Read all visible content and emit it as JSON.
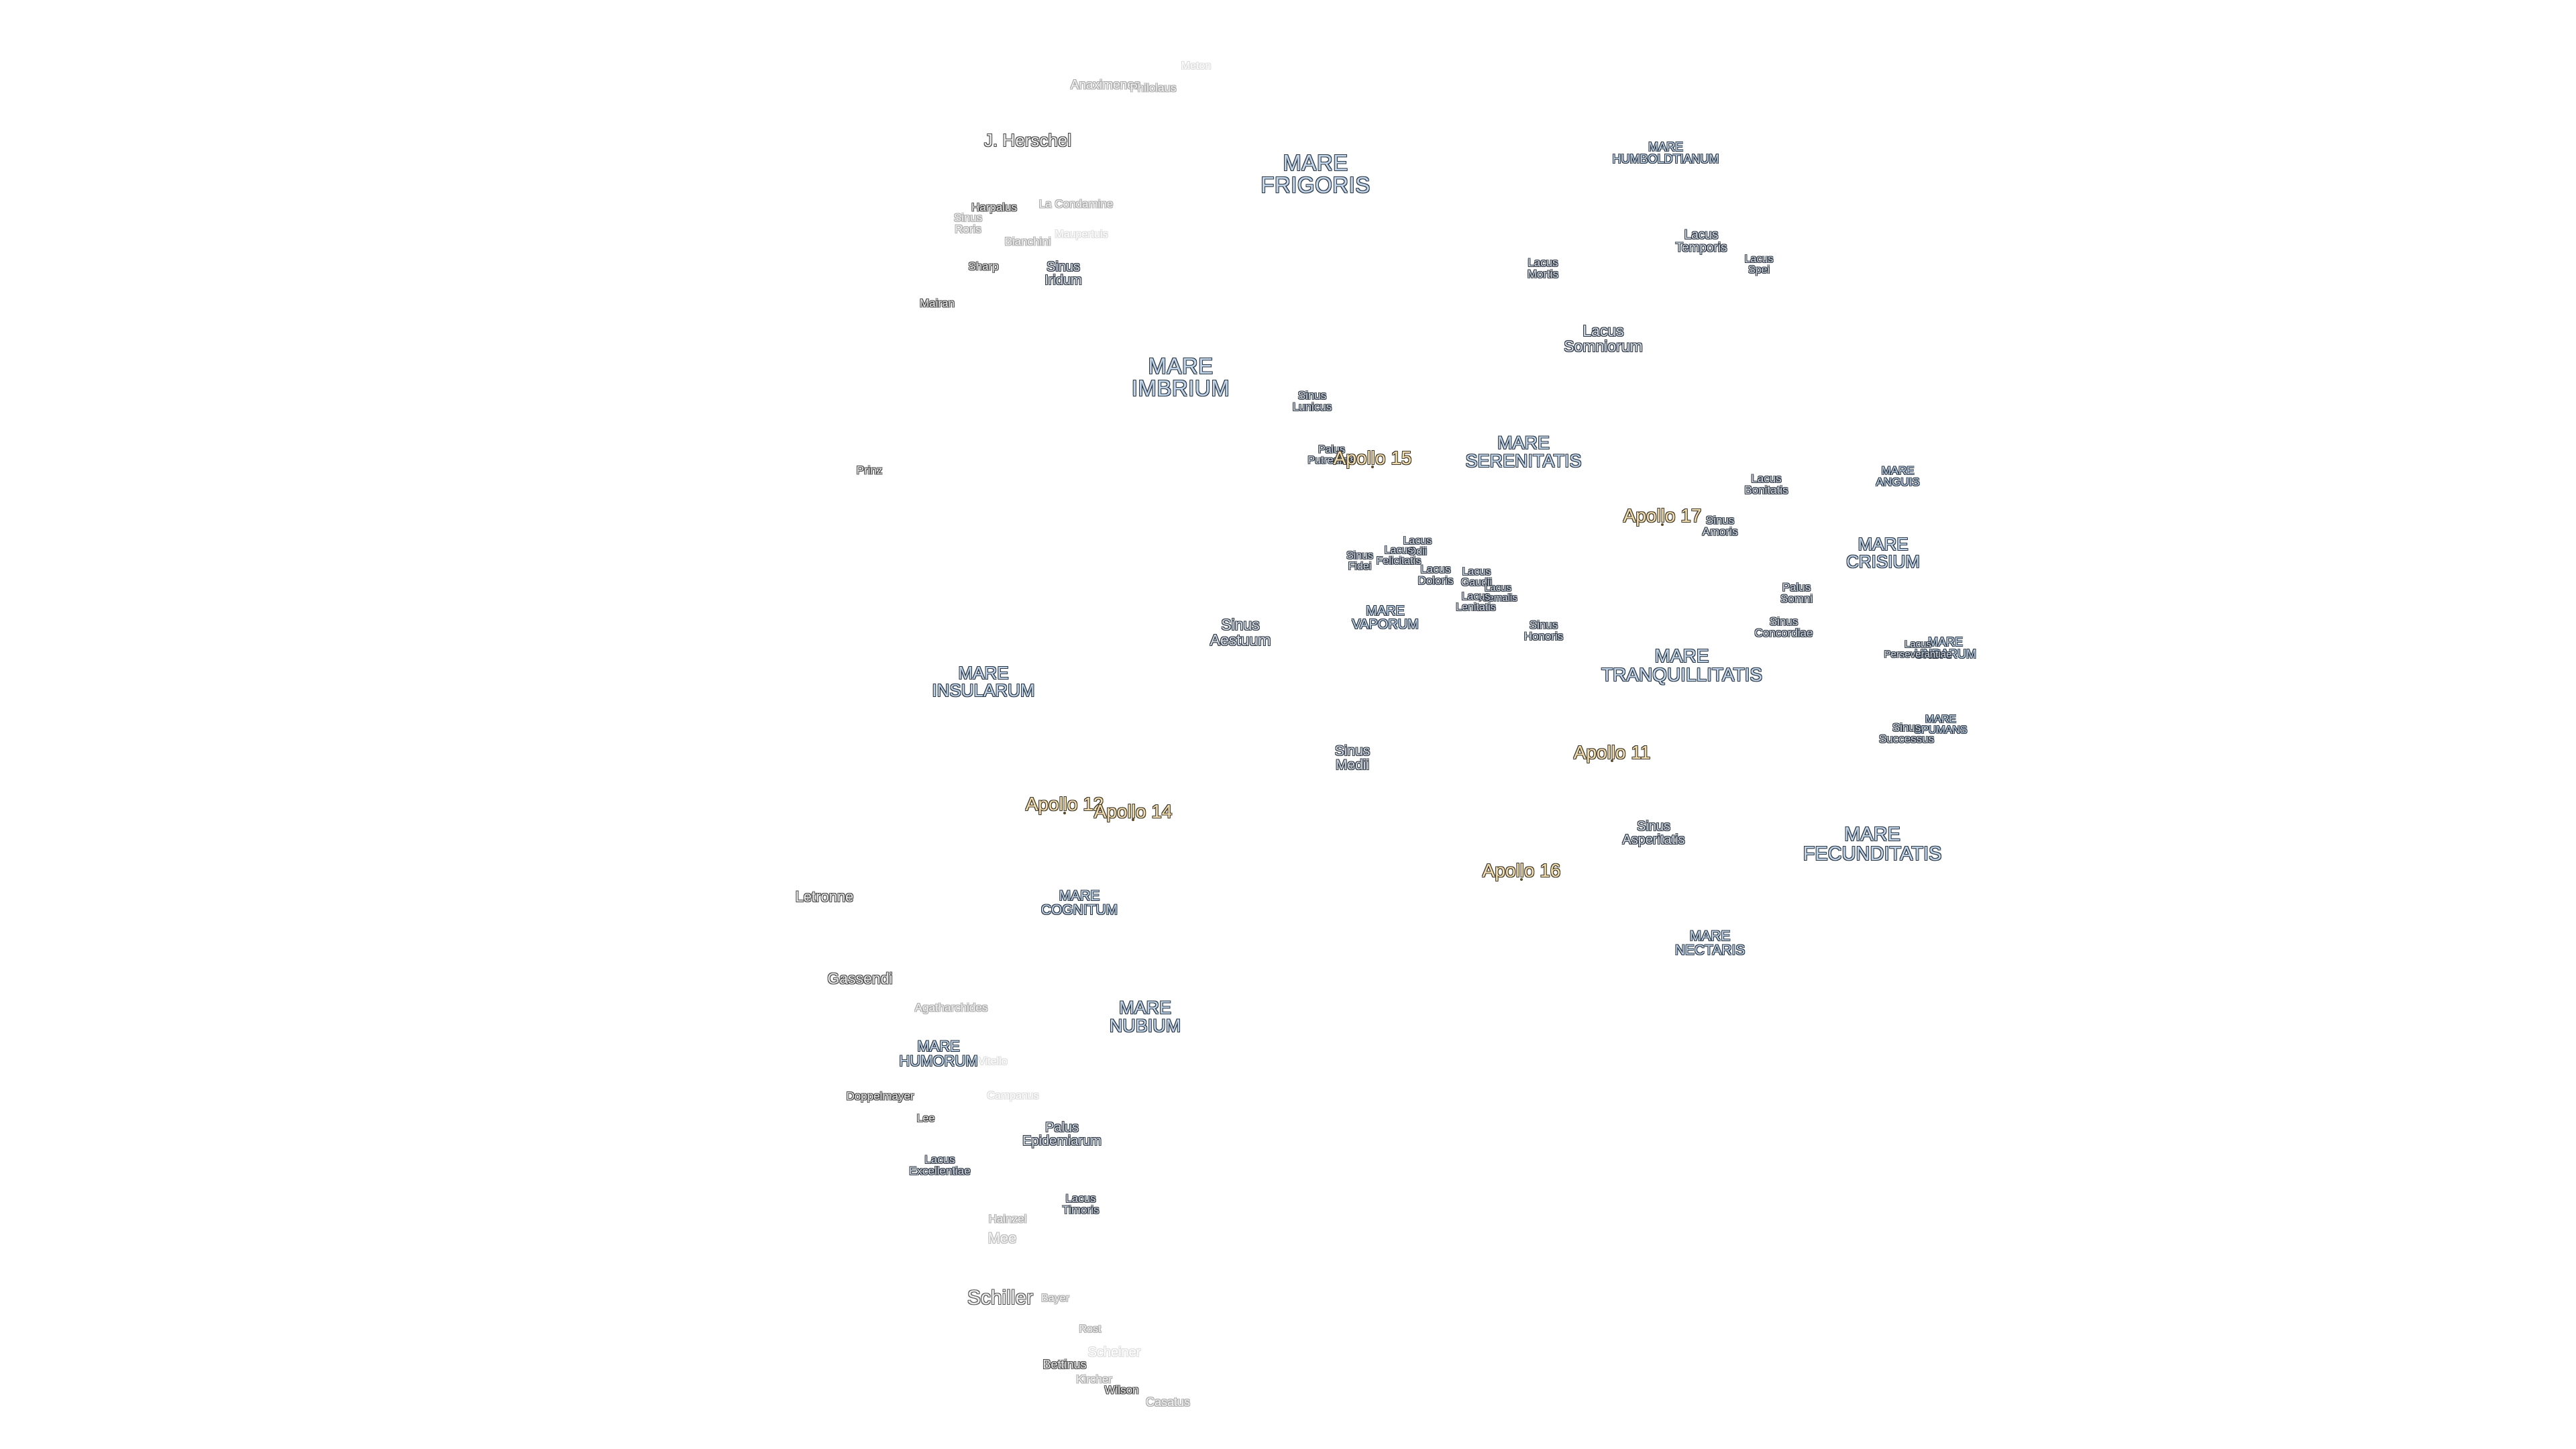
{
  "colors": {
    "background": "#ffffff",
    "mare_fill": "#c3d5e8",
    "mare_outline": "#283544",
    "apollo_fill": "#f3dfb2",
    "apollo_outline": "#3d3526",
    "crater_fill": "#eeeeee"
  },
  "labels": {
    "mare_frigoris": "MARE\nFRIGORIS",
    "mare_humboldtianum": "MARE\nHUMBOLDTIANUM",
    "mare_imbrium": "MARE\nIMBRIUM",
    "mare_serenitatis": "MARE\nSERENITATIS",
    "mare_anguis": "MARE\nANGUIS",
    "mare_crisium": "MARE\nCRISIUM",
    "mare_vaporum": "MARE\nVAPORUM",
    "mare_tranquillitatis": "MARE\nTRANQUILLITATIS",
    "mare_undarum": "MARE\nUNDARUM",
    "mare_spumans": "MARE\nSPUMANS",
    "mare_insularum": "MARE\nINSULARUM",
    "mare_fecunditatis": "MARE\nFECUNDITATIS",
    "mare_cognitum": "MARE\nCOGNITUM",
    "mare_nubium": "MARE\nNUBIUM",
    "mare_humorum": "MARE\nHUMORUM",
    "mare_nectaris": "MARE\nNECTARIS",
    "lacus_temporis": "Lacus\nTemporis",
    "lacus_mortis": "Lacus\nMortis",
    "lacus_spei": "Lacus\nSpei",
    "lacus_somniorum": "Lacus\nSomniorum",
    "sinus_iridum": "Sinus\nIridum",
    "sinus_roris": "Sinus\nRoris",
    "sinus_lunicus": "Sinus\nLunicus",
    "palus_putredinis": "Palus\nPutredinis",
    "lacus_bonitatis": "Lacus\nBonitatis",
    "sinus_amoris": "Sinus\nAmoris",
    "lacus_odii": "Lacus\nOdii",
    "lacus_felicitatis": "Lacus\nFelicitatis",
    "sinus_fidei": "Sinus\nFidei",
    "lacus_doloris": "Lacus\nDoloris",
    "lacus_gaudii": "Lacus\nGaudii",
    "lacus_hiemalis": "Lacus\nHiemalis",
    "lacus_lenitatis": "Lacus\nLenitatis",
    "palus_somni": "Palus\nSomni",
    "sinus_concordiae": "Sinus\nConcordiae",
    "sinus_honoris": "Sinus\nHonoris",
    "sinus_aestuum": "Sinus\nAestuum",
    "lacus_perseverantiae": "Lacus\nPerseverantiae",
    "sinus_successus": "Sinus\nSuccessus",
    "sinus_medii": "Sinus\nMedii",
    "sinus_asperitatis": "Sinus\nAsperitatis",
    "palus_epidemiarum": "Palus\nEpidemiarum",
    "lacus_excellentiae": "Lacus\nExcellentiae",
    "lacus_timoris": "Lacus\nTimoris",
    "anaximenes": "Anaximenes",
    "philolaus": "Philolaus",
    "meton": "Meton",
    "j_herschel": "J. Herschel",
    "harpalus": "Harpalus",
    "la_condamine": "La Condamine",
    "maupertuis": "Maupertuis",
    "bianchini": "Bianchini",
    "sharp": "Sharp",
    "mairan": "Mairan",
    "prinz": "Prinz",
    "letronne": "Letronne",
    "gassendi": "Gassendi",
    "agatharchides": "Agatharchides",
    "vitello": "Vitello",
    "campanus": "Campanus",
    "doppelmayer": "Doppelmayer",
    "lee": "Lee",
    "hainzel": "Hainzel",
    "mee": "Mee",
    "schiller": "Schiller",
    "bayer": "Bayer",
    "rost": "Rost",
    "scheiner": "Scheiner",
    "bettinus": "Bettinus",
    "kircher": "Kircher",
    "wilson": "Wilson",
    "casatus": "Casatus",
    "apollo_11": "Apollo 11",
    "apollo_12": "Apollo 12",
    "apollo_14": "Apollo 14",
    "apollo_15": "Apollo 15",
    "apollo_16": "Apollo 16",
    "apollo_17": "Apollo 17"
  }
}
